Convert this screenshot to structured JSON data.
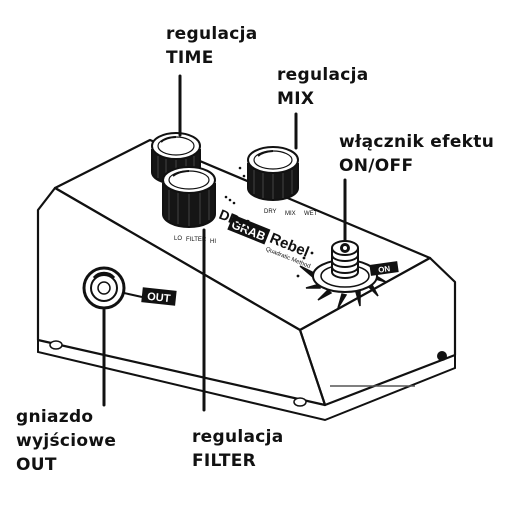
{
  "callouts": {
    "time": {
      "line1": "regulacja",
      "line2": "TIME"
    },
    "mix": {
      "line1": "regulacja",
      "line2": "MIX"
    },
    "switch": {
      "line1": "włącznik efektu",
      "line2": "ON/OFF"
    },
    "output": {
      "line1": "gniazdo",
      "line2": "wyjściowe",
      "line3": "OUT"
    },
    "filter": {
      "line1": "regulacja",
      "line2": "FILTER"
    }
  },
  "device": {
    "out_tag": "OUT",
    "brand_badge": "GRAB",
    "brand_name": "Rebel",
    "brand_sub": "Quadratic Method",
    "model": "DR-1",
    "mix_scale": [
      "DRY",
      "MIX",
      "WET"
    ],
    "filter_scale": [
      "LO",
      "FILTER",
      "HI"
    ],
    "switch_badge": "ON"
  },
  "colors": {
    "ink": "#111111",
    "body_fill": "#ffffff",
    "knob": "#151515",
    "highlight": "#f2f2f2"
  }
}
